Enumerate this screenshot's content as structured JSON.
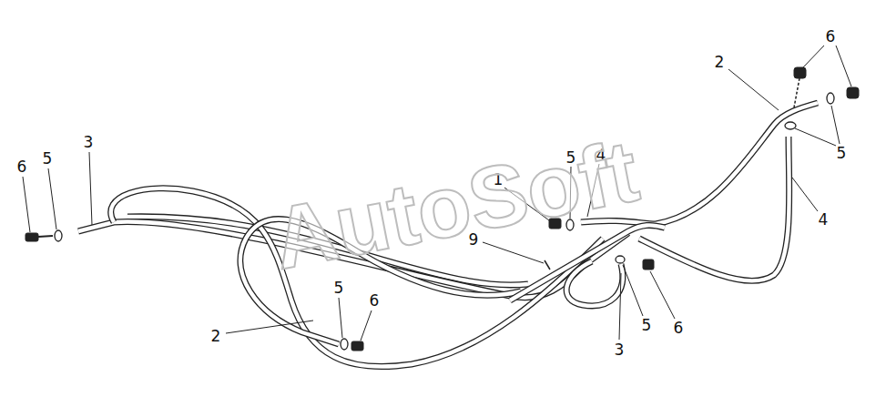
{
  "diagram": {
    "labels": [
      "6",
      "2",
      "5",
      "4",
      "5",
      "4",
      "3",
      "5",
      "6",
      "1",
      "9",
      "5",
      "6",
      "2",
      "3",
      "5",
      "6",
      "AutoSoft"
    ]
  }
}
